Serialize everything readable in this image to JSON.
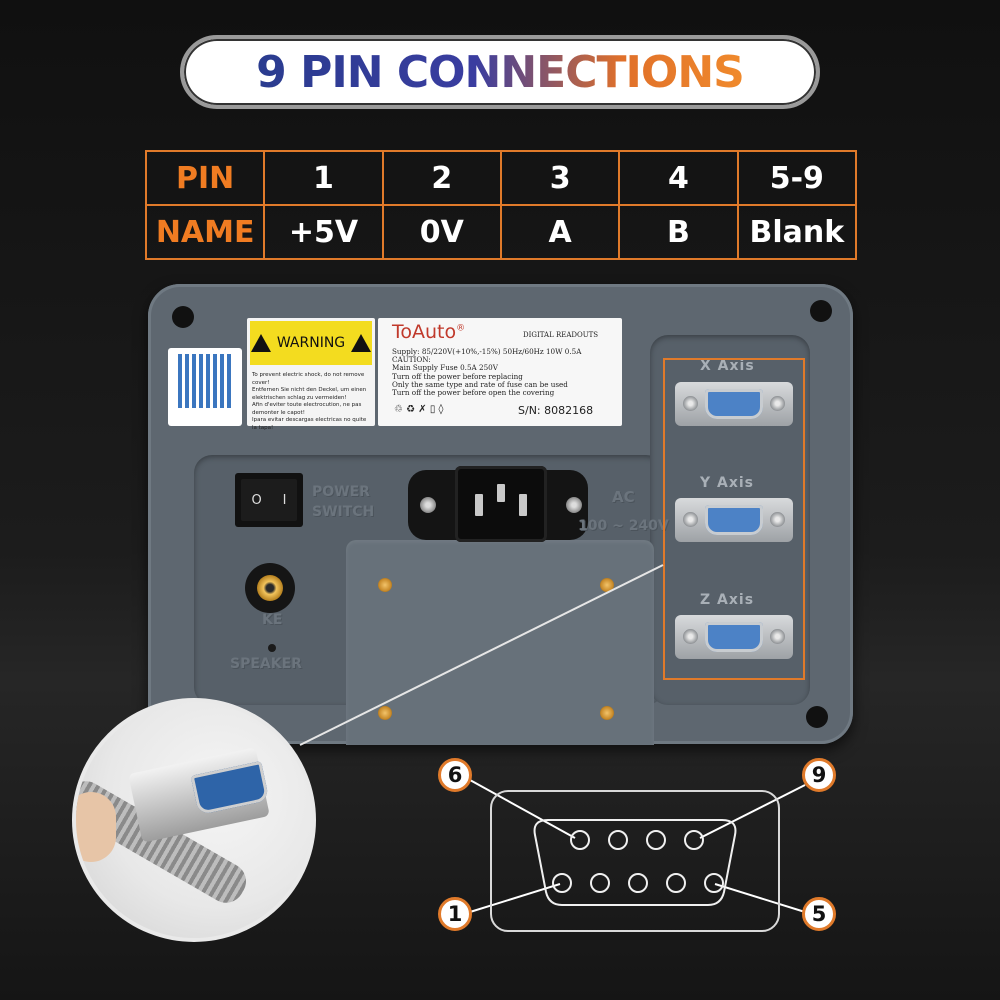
{
  "header": {
    "title": "9 PIN CONNECTIONS"
  },
  "pin_table": {
    "row_pin": {
      "label": "PIN",
      "values": [
        "1",
        "2",
        "3",
        "4",
        "5-9"
      ]
    },
    "row_name": {
      "label": "NAME",
      "values": [
        "+5V",
        "0V",
        "A",
        "B",
        "Blank"
      ]
    }
  },
  "device": {
    "warning_label": {
      "heading": "WARNING",
      "lines": [
        "To prevent electric shock, do not remove cover!",
        "Entfernen Sie nicht den Deckel, um einen",
        "elektrischen schlag zu vermeiden!",
        "Afin d'eviter toute electrocution, ne pas demonter le capot!",
        "Ipara evitar descargas electricas no quite la tapa!"
      ]
    },
    "info_label": {
      "brand": "ToAuto",
      "brand_mark": "®",
      "product": "DIGITAL READOUTS",
      "spec_lines": [
        "Supply: 85/220V(+10%,-15%) 50Hz/60Hz 10W 0.5A",
        "CAUTION:",
        "Main Supply  Fuse 0.5A 250V",
        "Turn off the power before replacing",
        "Only the same type and rate of fuse can be used",
        "Turn off the power before open the covering"
      ],
      "serial": "S/N:  8082168"
    },
    "power_switch_label": "POWER SWITCH",
    "switch_symbols": [
      "O",
      "I"
    ],
    "ac_label": "AC",
    "ac_range": "100 ~ 240V",
    "key_label": "KE",
    "speaker_label": "SPEAKER",
    "axes": [
      "X Axis",
      "Y Axis",
      "Z Axis"
    ]
  },
  "diagram": {
    "pin_numbers": {
      "top_left": "6",
      "top_right": "9",
      "bottom_left": "1",
      "bottom_right": "5"
    },
    "rows": {
      "top_pins": 4,
      "bottom_pins": 5
    }
  },
  "colors": {
    "accent": "#e07a2a",
    "title_blue": "#2a3c8f",
    "panel": "#5e6770"
  }
}
